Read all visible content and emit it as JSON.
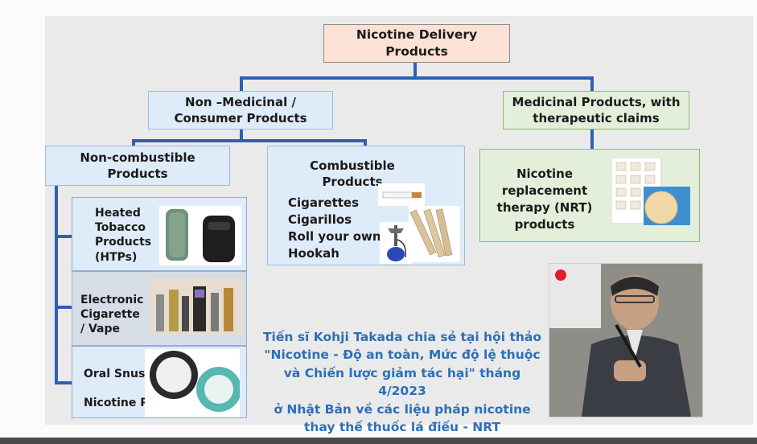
{
  "nodes": {
    "root": "Nicotine Delivery Products",
    "non_medicinal_l1": "Non –Medicinal /",
    "non_medicinal_l2": "Consumer Products",
    "medicinal_l1": "Medicinal Products, with",
    "medicinal_l2": "therapeutic claims",
    "noncomb_l1": "Non-combustible",
    "noncomb_l2": "Products",
    "comb_l1": "Combustible",
    "comb_l2": "Products",
    "nrt_l1": "Nicotine",
    "nrt_l2": "replacement",
    "nrt_l3": "therapy (NRT)",
    "nrt_l4": "products"
  },
  "combustible_items": [
    "Cigarettes",
    "Cigarillos",
    "Roll your own",
    "Hookah"
  ],
  "noncombustible_rows": [
    {
      "l1": "Heated",
      "l2": "Tobacco",
      "l3": "Products",
      "l4": "(HTPs)"
    },
    {
      "l1": "Electronic",
      "l2": "Cigarette",
      "l3": "/ Vape"
    },
    {
      "l1": "Oral Snus"
    },
    {
      "l1": "Nicotine Pouch"
    }
  ],
  "caption": [
    "Tiến sĩ Kohji Takada chia sẻ tại hội thảo",
    "\"Nicotine - Độ an toàn, Mức độ lệ thuộc",
    "và Chiến lược giảm tác hại\" tháng 4/2023",
    "ở Nhật Bản về các liệu pháp nicotine",
    "thay thế thuốc lá điếu - NRT"
  ],
  "colors": {
    "connector": "#2f5fb5",
    "consumer_box": "#deebf8",
    "medicinal_box": "#e3efda",
    "root_box": "#fbe2d4",
    "caption_text": "#2c6fb8"
  }
}
